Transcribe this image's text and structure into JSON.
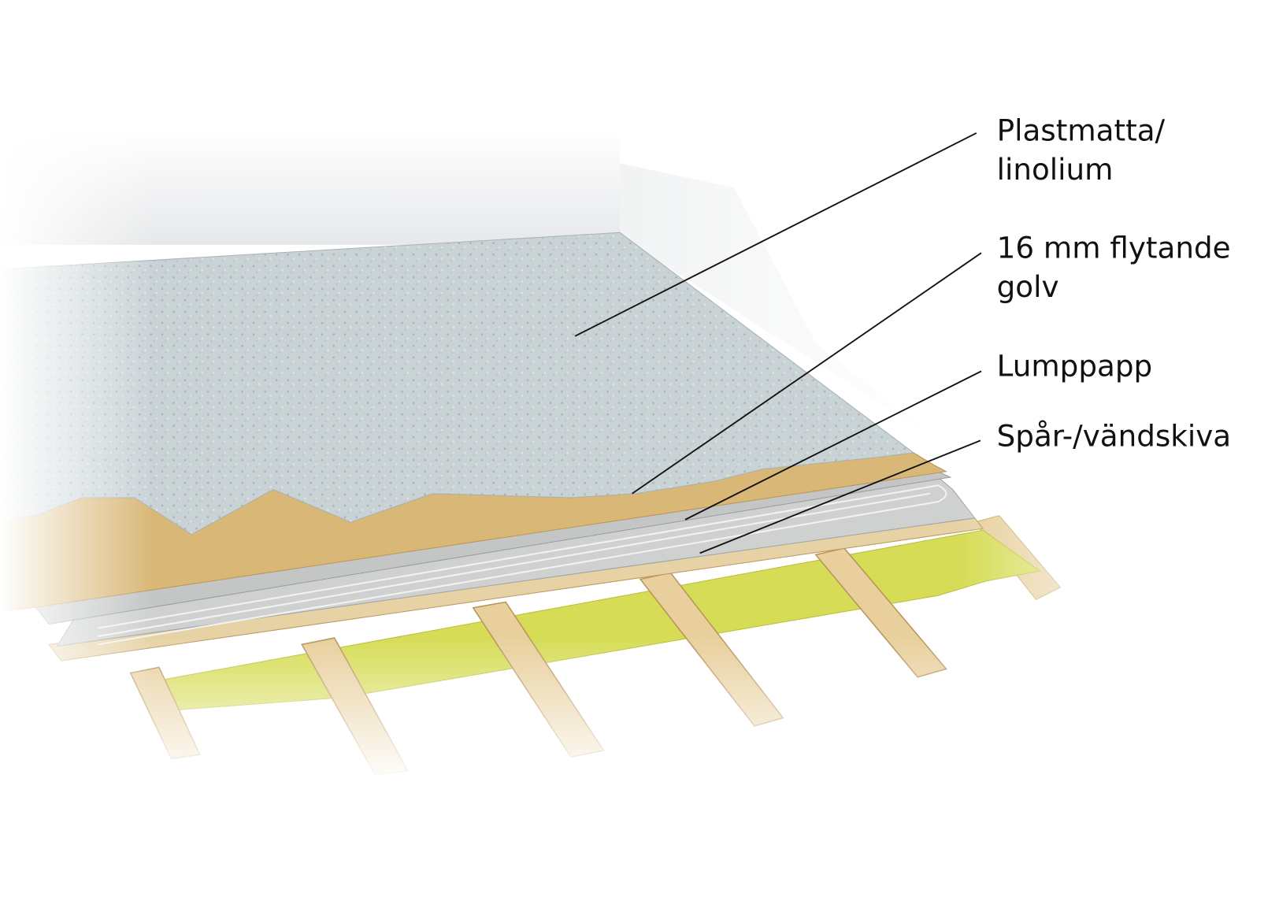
{
  "diagram": {
    "labels": {
      "vinyl_line1": "Plastmatta/",
      "vinyl_line2": "linolium",
      "floor_line1": "16 mm flytande",
      "floor_line2": "golv",
      "paper": "Lumppapp",
      "groove_board": "Spår-/vändskiva"
    },
    "colors": {
      "vinyl": "#c9d3d6",
      "chipboard": "#d9b877",
      "paper": "#c4c6c6",
      "groove_board": "#e6d2a4",
      "insulation": "#d6dc55",
      "joist": "#e8cf9c",
      "text": "#111111"
    }
  }
}
